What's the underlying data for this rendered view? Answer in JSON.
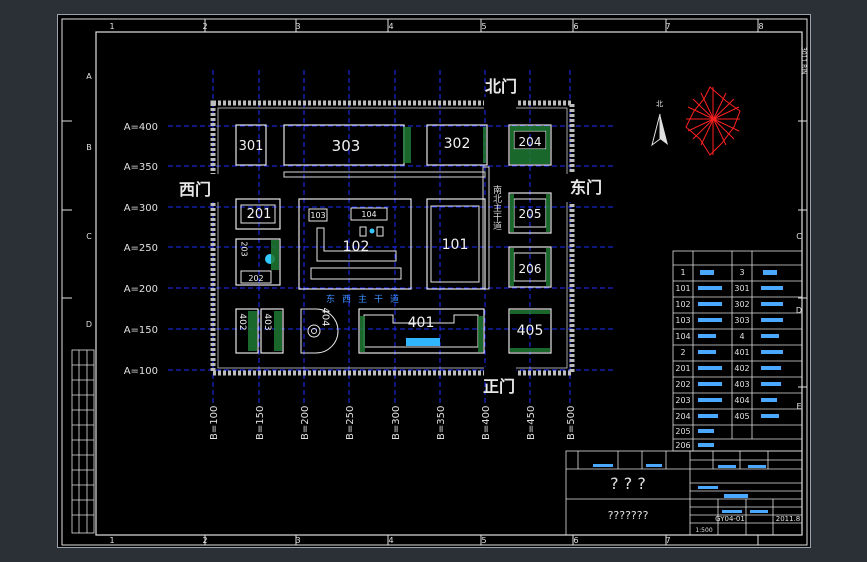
{
  "frame": {
    "col_numbers": [
      "1",
      "2",
      "3",
      "4",
      "5",
      "6",
      "7",
      "8"
    ],
    "row_letters": [
      "A",
      "B",
      "C",
      "D",
      "E"
    ],
    "top_right_tag": "3011 RIN"
  },
  "gates": {
    "north": "北门",
    "south": "正门",
    "west": "西门",
    "east": "东门"
  },
  "roads": {
    "north_south": "南北主干道",
    "east_west": "东西主干道"
  },
  "axis": {
    "a_labels": [
      "A=400",
      "A=350",
      "A=300",
      "A=250",
      "A=200",
      "A=150",
      "A=100"
    ],
    "b_labels": [
      "B=100",
      "B=150",
      "B=200",
      "B=250",
      "B=300",
      "B=350",
      "B=400",
      "B=450",
      "B=500"
    ]
  },
  "buildings": {
    "b301": "301",
    "b303": "303",
    "b302": "302",
    "b204": "204",
    "b201": "201",
    "b103": "103",
    "b104": "104",
    "b102": "102",
    "b101": "101",
    "b205": "205",
    "b203": "203",
    "b202": "202",
    "b206": "206",
    "b402": "402",
    "b403": "403",
    "b404": "404",
    "b401": "401",
    "b405": "405"
  },
  "compass": {
    "north_mark": "北"
  },
  "legend": {
    "rows": [
      [
        "1",
        "",
        "3",
        ""
      ],
      [
        "101",
        "",
        "301",
        ""
      ],
      [
        "102",
        "",
        "302",
        ""
      ],
      [
        "103",
        "",
        "303",
        ""
      ],
      [
        "104",
        "",
        "4",
        ""
      ],
      [
        "2",
        "",
        "401",
        ""
      ],
      [
        "201",
        "",
        "402",
        ""
      ],
      [
        "202",
        "",
        "403",
        ""
      ],
      [
        "203",
        "",
        "404",
        ""
      ],
      [
        "204",
        "",
        "405",
        ""
      ],
      [
        "205",
        "",
        "",
        " "
      ],
      [
        "206",
        "",
        "",
        ""
      ]
    ]
  },
  "title_block": {
    "main_title": "? ? ?",
    "sub_title": "???????",
    "drawing_no": "GY04-01",
    "date": "2011.8",
    "scale": "1:500"
  }
}
